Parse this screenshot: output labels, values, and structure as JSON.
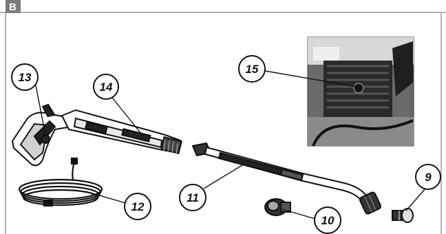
{
  "section": {
    "label": "B",
    "badge_color": "#7a7a7a"
  },
  "callouts": [
    {
      "id": "13",
      "label": "13"
    },
    {
      "id": "14",
      "label": "14"
    },
    {
      "id": "15",
      "label": "15"
    },
    {
      "id": "11",
      "label": "11"
    },
    {
      "id": "12",
      "label": "12"
    },
    {
      "id": "10",
      "label": "10"
    },
    {
      "id": "9",
      "label": "9"
    }
  ],
  "parts": [
    {
      "id": "13",
      "icon": "trigger-gun-icon"
    },
    {
      "id": "14",
      "icon": "gun-barrel-icon"
    },
    {
      "id": "15",
      "icon": "pump-motor-photo"
    },
    {
      "id": "11",
      "icon": "spray-lance-icon"
    },
    {
      "id": "12",
      "icon": "hose-coil-icon"
    },
    {
      "id": "10",
      "icon": "nozzle-adapter-icon"
    },
    {
      "id": "9",
      "icon": "connector-fitting-icon"
    }
  ],
  "colors": {
    "frame": "#9a9a9a",
    "ink": "#111111",
    "photo_bg": "#6a6a6a"
  }
}
